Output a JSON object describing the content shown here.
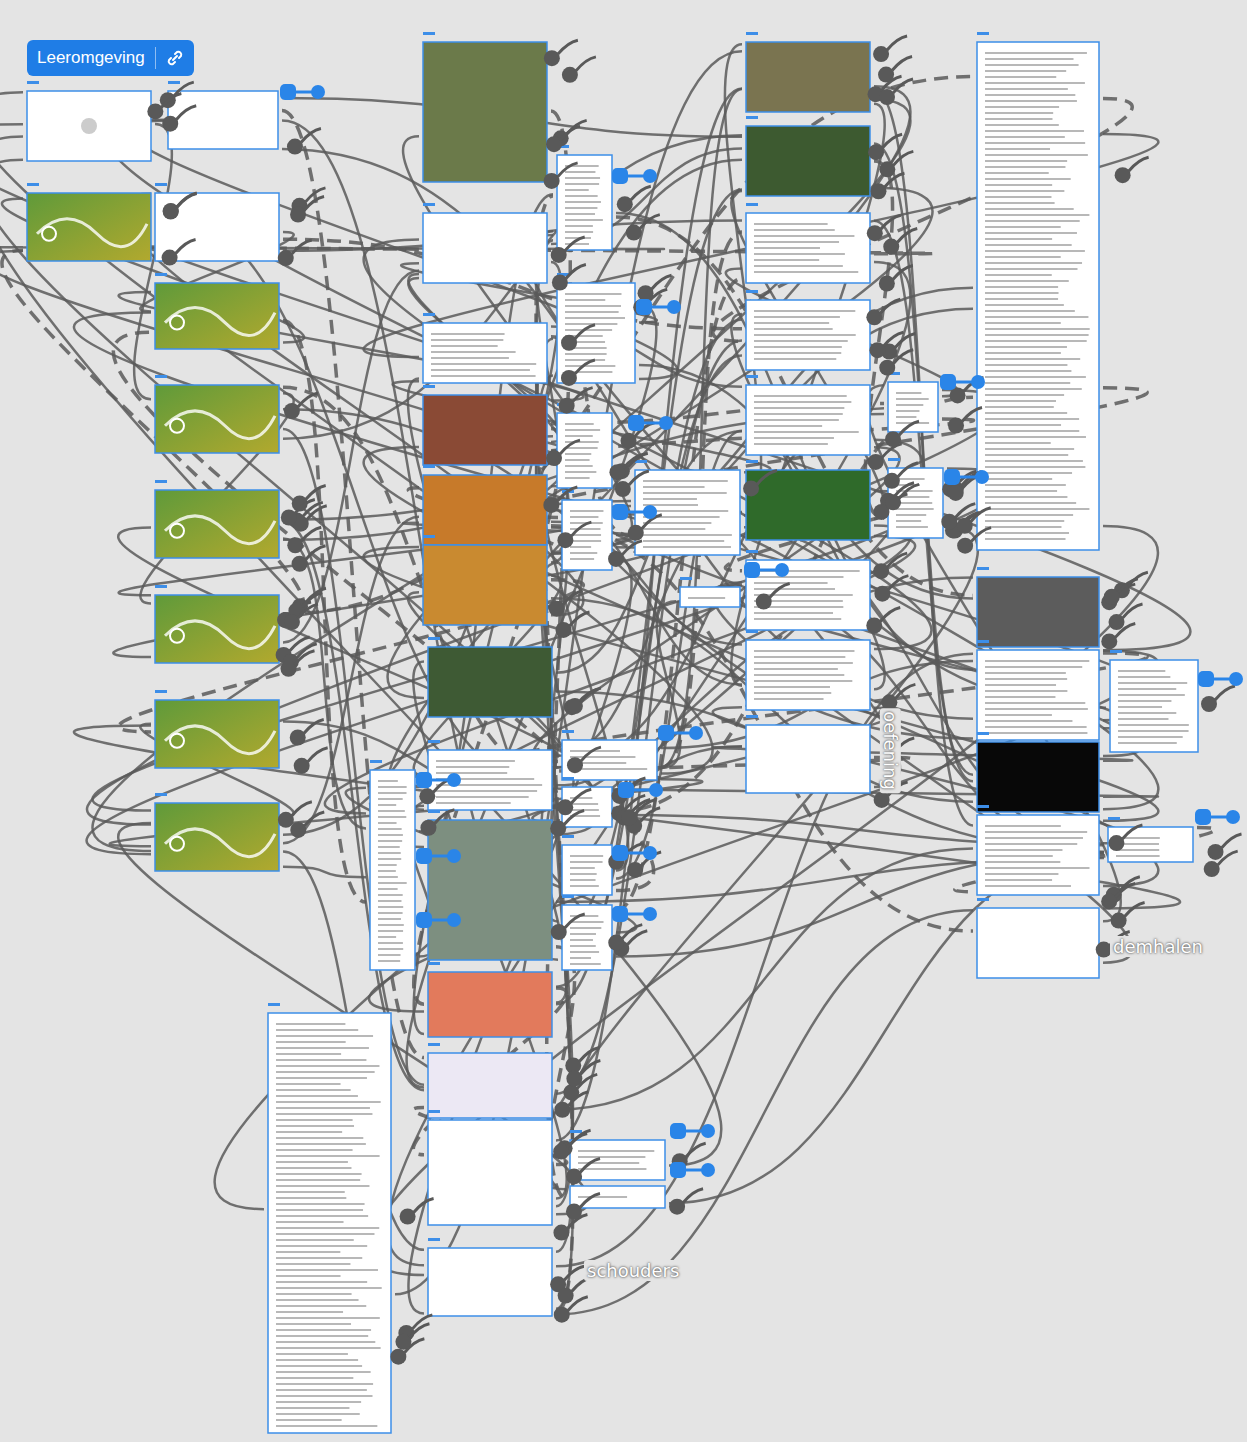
{
  "diagram": {
    "nodes": [
      {
        "text": [
          "Leeromgeving"
        ]
      }
    ],
    "labels": [
      "schouders",
      "demhalen",
      "oefening"
    ]
  }
}
